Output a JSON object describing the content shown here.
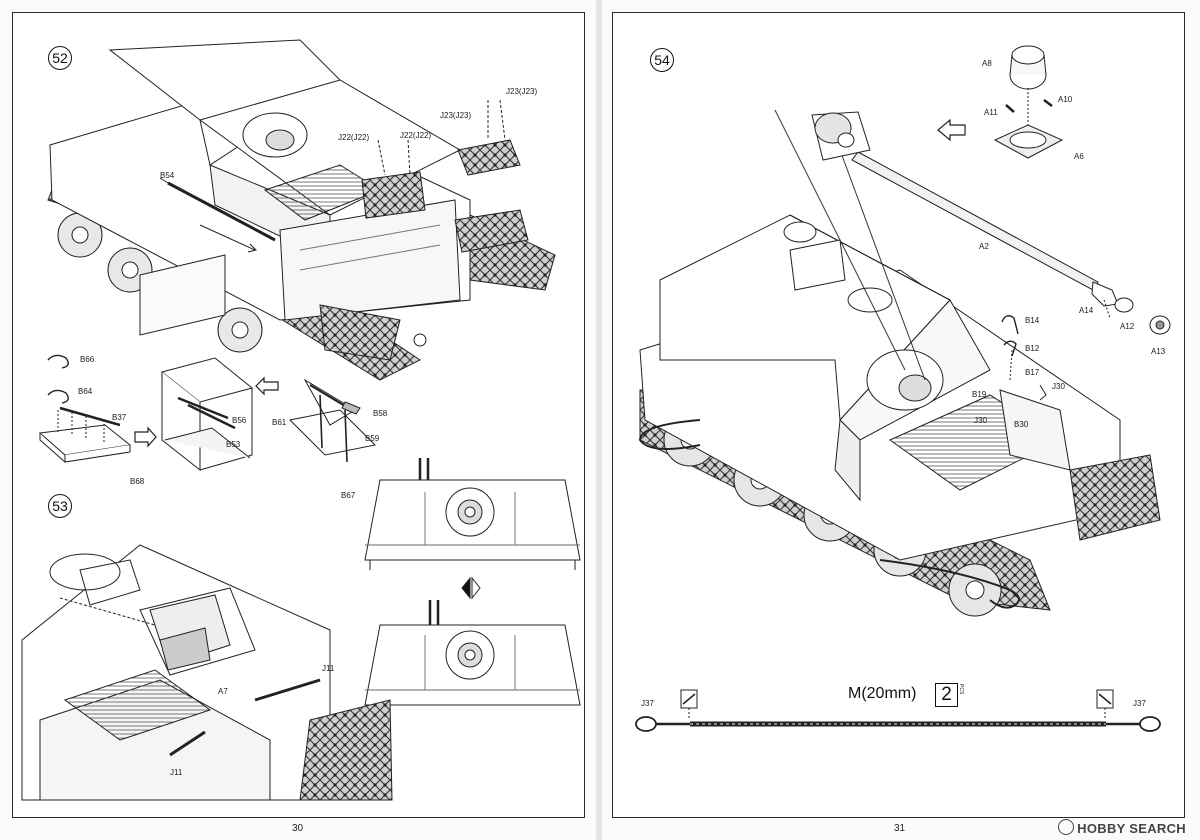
{
  "pages": [
    {
      "number": "30"
    },
    {
      "number": "31"
    }
  ],
  "steps": [
    {
      "number": "52"
    },
    {
      "number": "53"
    },
    {
      "number": "54"
    }
  ],
  "step52_labels": {
    "j23a": "J23(J23)",
    "j23b": "J23(J23)",
    "j22a": "J22(J22)",
    "j22b": "J22(J22)",
    "b54": "B54",
    "b66": "B66",
    "b64": "B64",
    "b37": "B37",
    "b68": "B68",
    "b56": "B56",
    "b53": "B53",
    "b58": "B58",
    "b61": "B61",
    "b59": "B59",
    "b67": "B67"
  },
  "step53_labels": {
    "j11a": "J11",
    "a7": "A7",
    "j11b": "J11"
  },
  "step54_labels": {
    "a8": "A8",
    "a11": "A11",
    "a10": "A10",
    "a6": "A6",
    "a2": "A2",
    "a14": "A14",
    "a12": "A12",
    "a13": "A13",
    "b14": "B14",
    "b12": "B12",
    "b17": "B17",
    "b19": "B19",
    "j30a": "J30",
    "j30b": "J30",
    "b30": "B30"
  },
  "cable": {
    "size_label": "M(20mm)",
    "count": "2",
    "pcs_label": "PCS",
    "left_part": "J37",
    "right_part": "J37"
  },
  "watermark": {
    "text": "HOBBY SEARCH"
  }
}
